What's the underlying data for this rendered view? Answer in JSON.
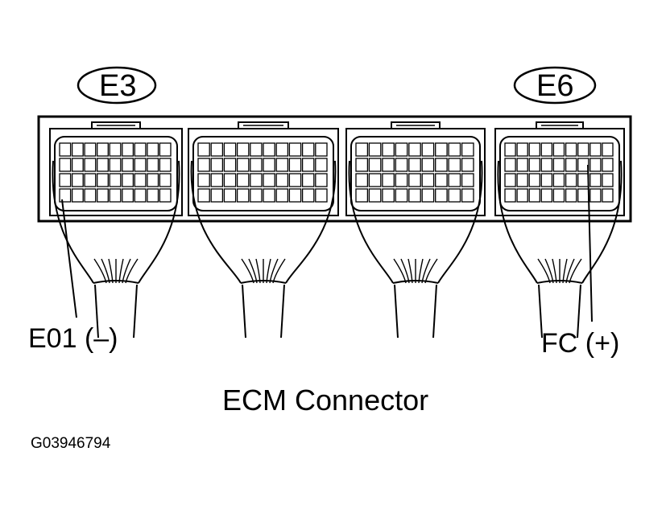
{
  "connectors": {
    "left_tag": "E3",
    "right_tag": "E6"
  },
  "pins": {
    "ground_label": "E01 (–)",
    "fc_label": "FC (+)"
  },
  "caption": "ECM Connector",
  "figure_code": "G03946794",
  "colors": {
    "ink": "#000000",
    "paper": "#ffffff"
  }
}
